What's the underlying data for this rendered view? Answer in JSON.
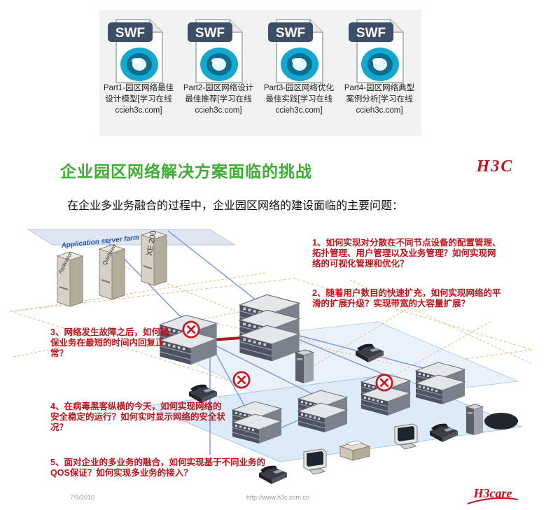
{
  "files": [
    {
      "badge": "SWF",
      "label": "Part1-园区网络最佳设计模型[学习在线ccieh3c.com]"
    },
    {
      "badge": "SWF",
      "label": "Part2-园区网络设计最佳推荐[学习在线ccieh3c.com]"
    },
    {
      "badge": "SWF",
      "label": "Part3-园区网络优化最佳实践[学习在线ccieh3c.com]"
    },
    {
      "badge": "SWF",
      "label": "Part4-园区网络典型案例分析[学习在线ccieh3c.com]"
    }
  ],
  "slide": {
    "title": "企业园区网络解决方案面临的挑战",
    "subtitle": "在企业多业务融合的过程中，企业园区网络的建设面临的主要问题：",
    "logo_text": "H3C",
    "brand_color": "#c3121c",
    "title_color": "#3cae32",
    "server_farm_label": "Application server farm",
    "server_labels": [
      "XE 200",
      "Quidview",
      "Application"
    ],
    "questions": [
      "1、如何实现对分散在不同节点设备的配置管理、拓扑管理、用户管理以及业务管理？如何实现网络的可视化管理和优化？",
      "2、随着用户数目的快速扩充，如何实现网络的平滑的扩展升级？实现带宽的大容量扩展？",
      "3、网络发生故障之后，如何确保业务在最短的时间内回复正常？",
      "4、在病毒黑客纵横的今天，如何实现网络的安全稳定的运行？如何实时显示网络的安全状况？",
      "5、面对企业的多业务的融合，如何实现基于不同业务的QOS保证？如何实现多业务的接入？"
    ],
    "footer_date": "7/9/2010",
    "footer_url": "http://www.h3c.com.cn",
    "footer_logo_text": "H3care"
  },
  "icons": {
    "file": "swf-file-icon",
    "block": "no-entry-icon",
    "phone": "telephone-icon",
    "switch": "network-switch-icon",
    "server": "server-tower-icon",
    "pc": "desktop-pc-icon",
    "printer": "printer-icon"
  }
}
